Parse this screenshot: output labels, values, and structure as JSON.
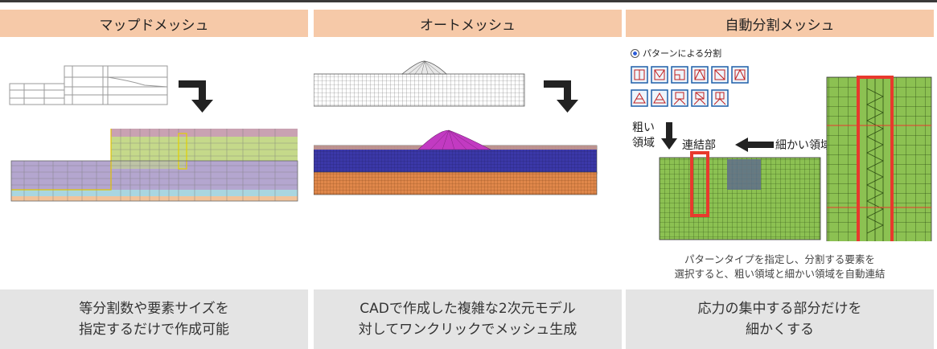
{
  "columns": [
    {
      "header": "マップドメッシュ",
      "desc_line1": "等分割数や要素サイズを",
      "desc_line2": "指定するだけで作成可能"
    },
    {
      "header": "オートメッシュ",
      "desc_line1": "CADで作成した複雑な2次元モデル",
      "desc_line2": "対してワンクリックでメッシュ生成"
    },
    {
      "header": "自動分割メッシュ",
      "desc_line1": "応力の集中する部分だけを",
      "desc_line2": "細かくする"
    }
  ],
  "pattern_panel": {
    "radio_label": "パターンによる分割"
  },
  "annotations": {
    "coarse_line1": "粗い",
    "coarse_line2": "領域",
    "junction": "連結部",
    "fine": "細かい領域"
  },
  "caption": {
    "line1": "パターンタイプを指定し、分割する要素を",
    "line2": "選択すると、粗い領域と細かい領域を自動連結"
  },
  "colors": {
    "header_bg": "#f6c9a8",
    "footer_bg": "#e4e4e4",
    "highlight": "#e8392d",
    "mesh_green": "#8cc152"
  }
}
